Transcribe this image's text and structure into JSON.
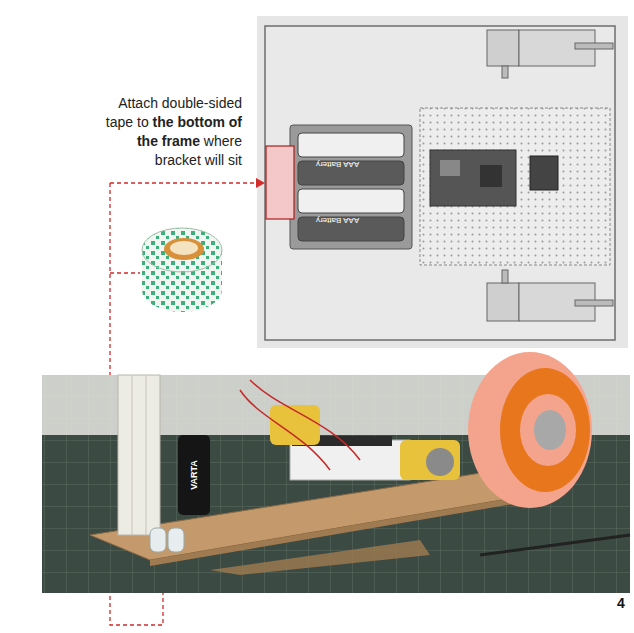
{
  "diagram": {
    "labels": [
      "Attach double-sided tape to",
      "the bottom of the frame",
      "where bracket will sit",
      "AAA Battery",
      "AAA Battery",
      "VARTA",
      "4"
    ]
  }
}
